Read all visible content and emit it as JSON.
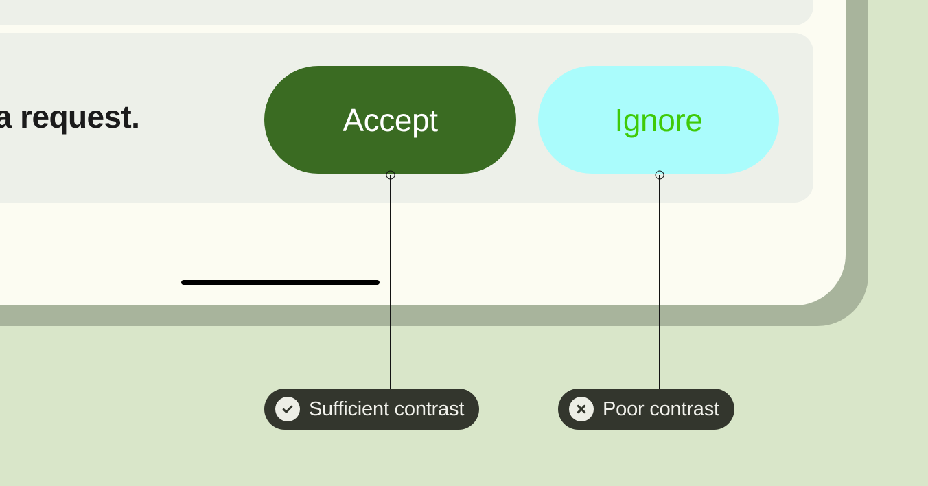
{
  "page": {
    "background_color": "#d9e6c9",
    "panel_color": "#fcfcf2",
    "panel_shadow_color": "#a8b49c",
    "card_color": "#edf0e9"
  },
  "request": {
    "text": "a request."
  },
  "actions": {
    "accept": {
      "label": "Accept",
      "background_color": "#3a6b22",
      "text_color": "#ffffff"
    },
    "ignore": {
      "label": "Ignore",
      "background_color": "#aafcfc",
      "text_color": "#3fca08"
    }
  },
  "annotations": [
    {
      "label": "Sufficient contrast",
      "icon": "check-circle-icon",
      "background_color": "#33362d",
      "text_color": "#f2f2ec",
      "badge_color": "#edeee6"
    },
    {
      "label": "Poor contrast",
      "icon": "x-circle-icon",
      "background_color": "#33362d",
      "text_color": "#f2f2ec",
      "badge_color": "#edeee6"
    }
  ],
  "rule": {
    "color": "#000000"
  }
}
